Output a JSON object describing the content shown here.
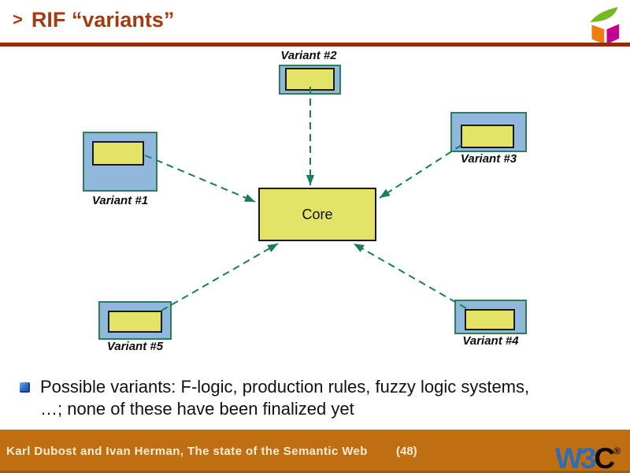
{
  "slide": {
    "title": {
      "marker": ">",
      "text": "RIF “variants”"
    },
    "diagram": {
      "core": {
        "label": "Core"
      },
      "variants": [
        {
          "label": "Variant #1"
        },
        {
          "label": "Variant #2"
        },
        {
          "label": "Variant #3"
        },
        {
          "label": "Variant #4"
        },
        {
          "label": "Variant #5"
        }
      ],
      "arrow_note": "dashed arrows from each variant pointing into Core"
    },
    "bullet": {
      "text": "Possible variants: F-logic, production rules, fuzzy logic systems, …; none of these have been finalized yet"
    },
    "footer": {
      "credit": "Karl Dubost and Ivan Herman, The state of the Semantic Web",
      "page": "(48)",
      "logo": {
        "w3": "W3",
        "c": "C",
        "reg": "®"
      }
    },
    "colors": {
      "title_text": "#A33C15",
      "title_rule": "#8E2F0C",
      "variant_box_fill": "#8FB8DC",
      "variant_box_border": "#2E7D56",
      "yellow_fill": "#E3E467",
      "arrow_green": "#17805A",
      "footer_bg": "#C06E12",
      "footer_text": "#F6EED6",
      "w3c_blue": "#2E6CB5",
      "cube_orange": "#EF7D0E",
      "cube_magenta": "#C4008F",
      "cube_green": "#76B821"
    }
  }
}
